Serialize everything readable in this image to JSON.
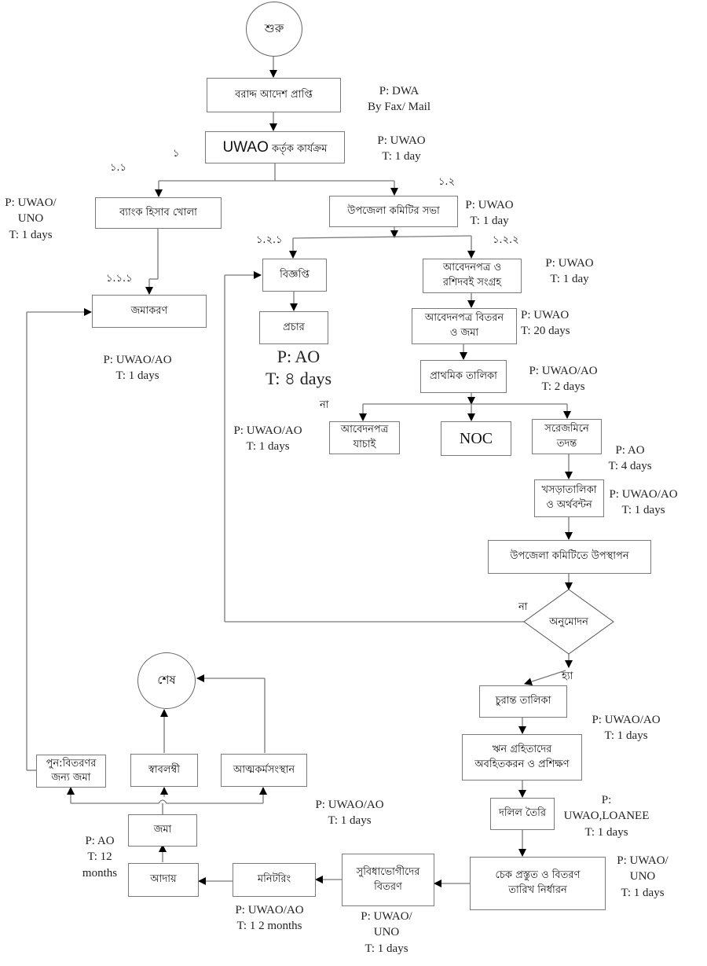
{
  "terminals": {
    "start": "শুরু",
    "end": "শেষ"
  },
  "steps": {
    "allocation_order": "বরাদ্দ আদেশ প্রাপ্তি",
    "uwao_activity_prefix": "UWAO",
    "uwao_activity_suffix": "কর্তৃক কার্যক্রম",
    "bank_account": "ব্যাংক হিসাব খোলা",
    "deposit": "জমাকরণ",
    "upazila_meeting": "উপজেলা কমিটির সভা",
    "notification": "বিজ্ঞপ্তি",
    "publicity": "প্রচার",
    "application_collect_line1": "আবেদনপত্র ও",
    "application_collect_line2": "রশিদবই সংগ্রহ",
    "application_distribute_line1": "আবেদনপত্র  বিতরন",
    "application_distribute_line2": "ও জমা",
    "preliminary_list": "প্রাথমিক তালিকা",
    "application_verify_line1": "আবেদনপত্র",
    "application_verify_line2": "যাচাই",
    "noc": "NOC",
    "field_inspection_line1": "সরেজমিনে",
    "field_inspection_line2": "তদন্ত",
    "draft_list_line1": "খসড়াতালিকা",
    "draft_list_line2": "ও অর্থবন্টন",
    "upazila_presentation": "উপজেলা কমিটিতে উপস্থাপন",
    "approval": "অনুমোদন",
    "final_list": "চুরান্ত তালিকা",
    "borrower_training_line1": "ঋন গ্রহিতাদের",
    "borrower_training_line2": "অবহিতকরন ও প্রশিক্ষণ",
    "document_prep": "দলিল তৈরি",
    "cheque_prep_line1": "চেক প্রস্তুত ও বিতরণ",
    "cheque_prep_line2": "তারিখ নির্ধারন",
    "beneficiary_dist_line1": "সুবিধাভোগীদের",
    "beneficiary_dist_line2": "বিতরণ",
    "monitoring": "মনিটরিং",
    "recovery": "আদায়",
    "deposit2": "জমা",
    "redistribution_line1": "পুন:বিতরণর",
    "redistribution_line2": "জন্য জমা",
    "self_reliant": "স্বাবলম্বী",
    "self_employment": "আত্মকর্মসংস্থান"
  },
  "step_numbers": {
    "n1": "১",
    "n1_1": "১.১",
    "n1_1_1": "১.১.১",
    "n1_2": "১.২",
    "n1_2_1": "১.২.১",
    "n1_2_2": "১.২.২"
  },
  "branch_labels": {
    "no_top": "না",
    "no_approval": "না",
    "yes_approval": "হ্যা"
  },
  "annotations": {
    "allocation_order": "P: DWA\nBy Fax/ Mail",
    "uwao_activity": "P: UWAO\nT: 1 day",
    "bank_account": "P: UWAO/\nUNO\nT: 1 days",
    "deposit": "P: UWAO/AO\nT: 1 days",
    "upazila_meeting": "P: UWAO\nT: 1 day",
    "application_collect": "P: UWAO\nT: 1 day",
    "application_distribute": "P: UWAO\nT: 20 days",
    "publicity": "P: AO\nT: ৪ days",
    "preliminary_list": "P: UWAO/AO\nT: 2 days",
    "application_verify": "P: UWAO/AO\nT: 1 days",
    "field_inspection": "P: AO\nT: 4 days",
    "draft_list": "P: UWAO/AO\nT: 1 days",
    "final_list": "P: UWAO/AO\nT: 1 days",
    "document_prep": "P:\nUWAO,LOANEE\nT: 1 days",
    "cheque_prep": "P: UWAO/\nUNO\nT: 1 days",
    "beneficiary_dist": "P: UWAO/\nUNO\nT: 1 days",
    "monitoring": "P: UWAO/AO\nT: 1 2 months",
    "recovery": "P: AO\nT: 12\nmonths",
    "outcomes": "P: UWAO/AO\nT: 1 days"
  },
  "colors": {
    "line": "#7a7a7a",
    "arrow": "#000000",
    "box_border": "#7a7a7a"
  }
}
